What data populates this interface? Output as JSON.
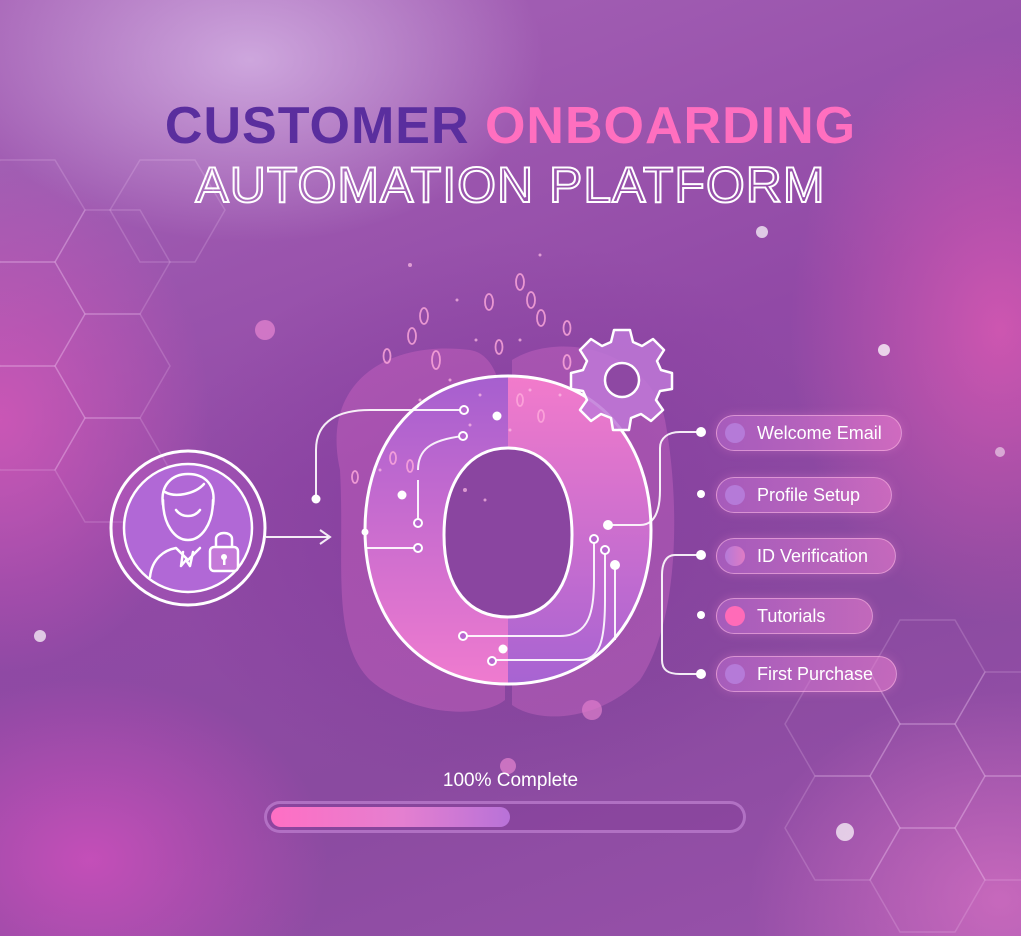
{
  "title": {
    "line1_word1": "CUSTOMER",
    "line1_word2": "ONBOARDING",
    "line2": "AUTOMATION PLATFORM",
    "colors": {
      "word1": "#5a2e9e",
      "word2": "#ff6fbf",
      "line2_outline": "#ffffff"
    }
  },
  "customer": {
    "icon": "user-with-lock-icon"
  },
  "hub": {
    "letter": "O",
    "decorations": [
      "binary-digits",
      "gear-icon",
      "circuit-lines"
    ]
  },
  "steps": [
    {
      "label": "Welcome Email",
      "dot_color": "#b57ad8"
    },
    {
      "label": "Profile Setup",
      "dot_color": "#b57ad8"
    },
    {
      "label": "ID Verification",
      "dot_color": "#c07ad2"
    },
    {
      "label": "Tutorials",
      "dot_color": "#ff6bb8"
    },
    {
      "label": "First Purchase",
      "dot_color": "#b57ad8"
    }
  ],
  "progress": {
    "label": "100% Complete",
    "fill_percent": 51
  }
}
